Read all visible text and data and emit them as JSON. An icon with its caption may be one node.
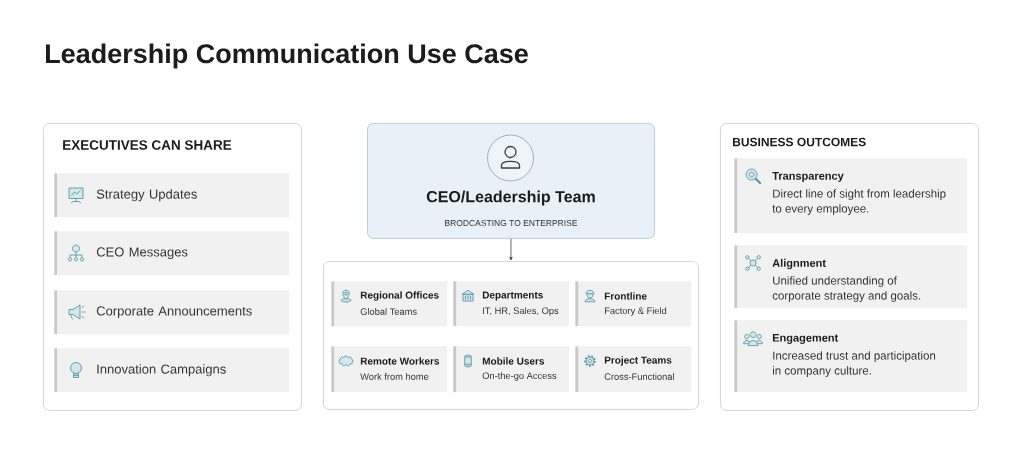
{
  "diagram": {
    "title": "Leadership Communication Use Case",
    "nodes": [
      {
        "text": [
          "EXECUTIVES CAN SHARE"
        ]
      },
      {
        "text": [
          "Strategy Updates"
        ],
        "in": 0
      },
      {
        "text": [
          "CEO Messages"
        ],
        "in": 0
      },
      {
        "text": [
          "Corporate Announcements"
        ],
        "in": 0
      },
      {
        "text": [
          "Innovation Campaigns"
        ],
        "in": 0
      },
      {
        "text": [
          "CEO/Leadership Team",
          "BRODCASTING TO ENTERPRISE"
        ]
      },
      {
        "text": [],
        "shape": "box"
      },
      {
        "text": [
          "Regional Offices",
          "Global Teams"
        ],
        "in": 6
      },
      {
        "text": [
          "Departments",
          "IT, HR, Sales, Ops"
        ],
        "in": 6
      },
      {
        "text": [
          "Frontline",
          "Factory & Field"
        ],
        "in": 6
      },
      {
        "text": [
          "Remote Workers",
          "Work from home"
        ],
        "in": 6
      },
      {
        "text": [
          "Mobile Users",
          "On-the-go Access"
        ],
        "in": 6
      },
      {
        "text": [
          "Project Teams",
          "Cross-Functional"
        ],
        "in": 6
      },
      {
        "text": [
          "BUSINESS OUTCOMES"
        ]
      },
      {
        "text": [
          "Transparency",
          "Direct line of sight from leadership to every employee."
        ],
        "in": 13
      },
      {
        "text": [
          "Alignment",
          "Unified understanding of corporate strategy and goals."
        ],
        "in": 13
      },
      {
        "text": [
          "Engagement",
          "Increased trust and participation in company culture."
        ],
        "in": 13
      }
    ],
    "edges": [
      {
        "from": 5,
        "to": 6,
        "arrow": "to"
      }
    ]
  }
}
